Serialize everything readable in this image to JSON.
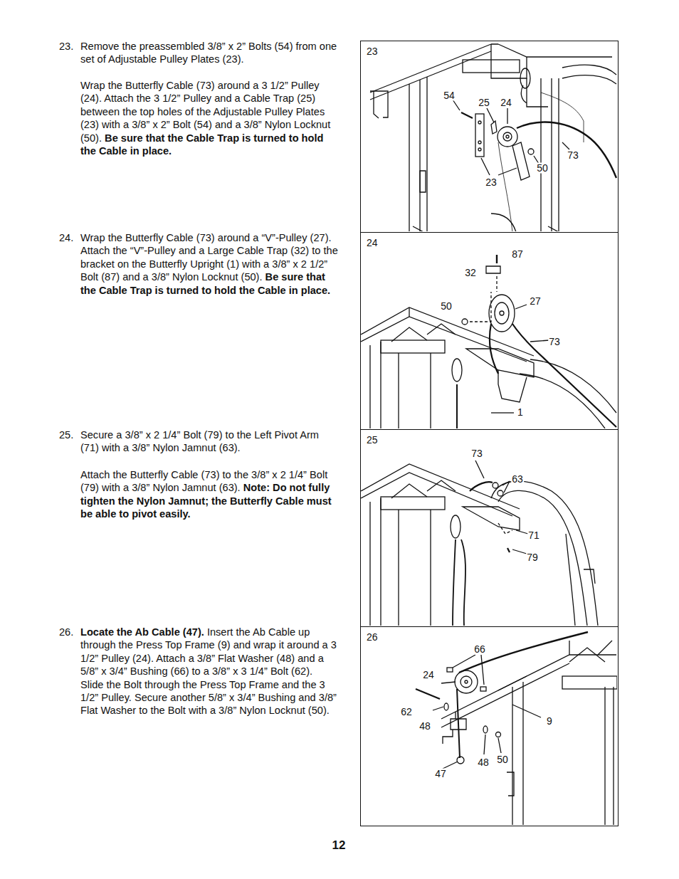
{
  "diagram": {
    "nodes": [
      {
        "text": [
          "23"
        ]
      },
      {
        "text": [
          "24"
        ]
      },
      {
        "text": [
          "25"
        ]
      },
      {
        "text": [
          "26"
        ]
      }
    ],
    "labels": [
      "23.",
      "Remove the preassembled 3/8” x 2” Bolts (54) from one set of Adjustable Pulley Plates (23).",
      "Wrap the Butterfly Cable (73) around a 3 1/2” Pulley (24). Attach the 3 1/2” Pulley and a Cable Trap (25) between the top holes of the Adjustable Pulley Plates (23) with a 3/8” x 2” Bolt (54) and a 3/8” Nylon Locknut (50).",
      "Be sure that the Cable Trap is turned to hold the Cable in place.",
      "24.",
      "Wrap the Butterfly Cable (73) around a “V”-Pulley (27). Attach the “V”-Pulley and a Large Cable Trap (32) to the bracket on the Butterfly Upright (1) with a 3/8” x 2 1/2” Bolt (87) and a 3/8” Nylon Locknut (50).",
      "Be sure that the Cable Trap is turned to hold the Cable in place.",
      "25.",
      "Secure a 3/8” x 2 1/4” Bolt (79) to the Left Pivot Arm (71) with a 3/8” Nylon Jamnut (63).",
      "Attach the Butterfly Cable (73) to the 3/8” x 2 1/4” Bolt (79) with a 3/8” Nylon Jamnut (63).",
      "Note: Do not fully tighten the Nylon Jamnut; the Butterfly Cable must be able to pivot easily.",
      "26.",
      "Locate the Ab Cable (47).",
      "Insert the Ab Cable up through the Press Top Frame (9) and wrap it around a 3 1/2” Pulley (24). Attach a 3/8” Flat Washer (48) and a 5/8” x 3/4” Bushing (66) to a 3/8” x 3 1/4” Bolt (62). Slide the Bolt through the Press Top Frame and the 3 1/2” Pulley. Secure another 5/8” x 3/4” Bushing and 3/8” Flat Washer to the Bolt with a 3/8” Nylon Locknut (50).",
      "12",
      "54",
      "25",
      "24",
      "73",
      "50",
      "23",
      "87",
      "32",
      "50",
      "27",
      "73",
      "1",
      "73",
      "63",
      "71",
      "79",
      "66",
      "24",
      "62",
      "48",
      "9",
      "48",
      "50",
      "47"
    ]
  }
}
